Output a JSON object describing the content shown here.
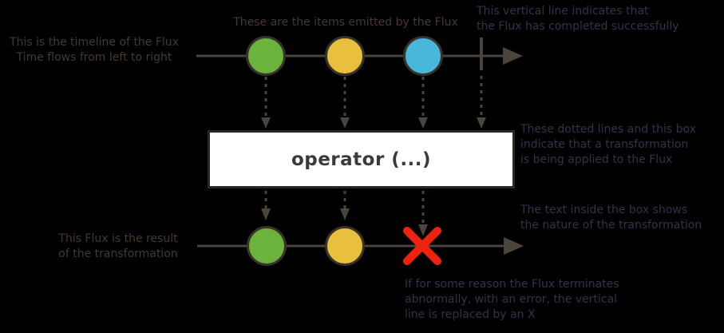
{
  "diagram": {
    "title": "Flux marble diagram",
    "operator_label": "operator (...)",
    "annotations": {
      "timeline_note": "This is the timeline of the Flux\nTime flows from left to right",
      "items_note": "These are the items emitted by the Flux",
      "complete_note": "This vertical line indicates that\nthe Flux has completed successfully",
      "transform_note": "These dotted lines and this box\nindicate that a transformation\nis being applied to the Flux",
      "operator_text_note": "The text inside the box shows\nthe nature of the transformation",
      "result_note": "This Flux is the result\nof the transformation",
      "error_note": "If for some reason the Flux terminates\nabnormally, with an error, the vertical\nline is replaced by an X"
    },
    "source_marbles": [
      "green",
      "yellow",
      "blue"
    ],
    "source_terminal": "complete",
    "result_marbles": [
      "green",
      "yellow"
    ],
    "result_terminal": "error"
  },
  "colors": {
    "background": "#000000",
    "line": "#4a443c",
    "item_green": "#6cb33e",
    "item_yellow": "#e9bf3e",
    "item_blue": "#49b7da",
    "item_stroke": "#37322b",
    "error_red": "#ee2211",
    "box_fill": "#ffffff",
    "box_border": "#2b2723",
    "operator_text": "#3a3a3a",
    "note_warm": "#46392e",
    "note_purple": "#38304a"
  }
}
